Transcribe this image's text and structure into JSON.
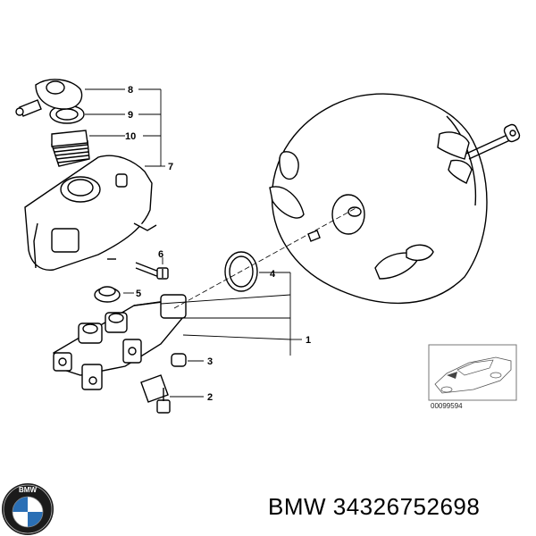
{
  "callouts": {
    "c1": "1",
    "c2": "2",
    "c3": "3",
    "c4": "4",
    "c5": "5",
    "c6": "6",
    "c7": "7",
    "c8": "8",
    "c9": "9",
    "c10": "10"
  },
  "thumbnail": {
    "code": "00099594"
  },
  "brand": {
    "logo_text": "BMW",
    "caption": "BMW 34326752698"
  }
}
